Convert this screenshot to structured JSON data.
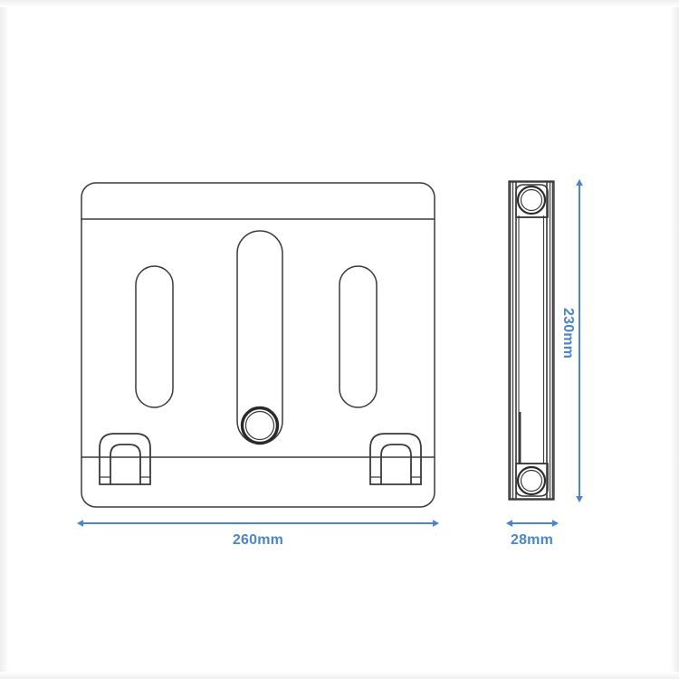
{
  "document": {
    "type": "technical-dimension-drawing",
    "subject": "foldable laptop stand",
    "background_color": "#ffffff",
    "line_color": "#3a3a3a",
    "dimension_color": "#4a86c8"
  },
  "views": {
    "front": {
      "name": "front-view",
      "description": "Flat rear plate with three vertical ventilation slots and two bottom support hooks"
    },
    "side": {
      "name": "side-view",
      "description": "Thin folded profile showing top and bottom hinge rollers"
    }
  },
  "dimensions": {
    "width": {
      "value": "260mm",
      "name": "width-dimension",
      "orientation": "horizontal",
      "applies_to": "front-view"
    },
    "depth": {
      "value": "28mm",
      "name": "depth-dimension",
      "orientation": "horizontal",
      "applies_to": "side-view"
    },
    "height": {
      "value": "230mm",
      "name": "height-dimension",
      "orientation": "vertical-rotated",
      "applies_to": "side-view"
    }
  }
}
